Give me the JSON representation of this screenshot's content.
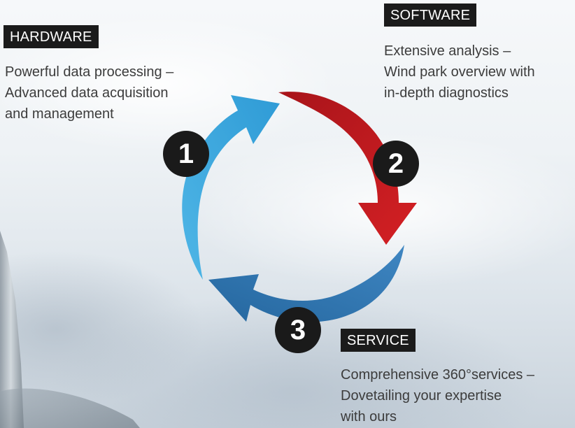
{
  "hardware": {
    "label": "HARDWARE",
    "lines": [
      "Powerful data processing –",
      "Advanced data acquisition",
      "and management"
    ]
  },
  "software": {
    "label": "SOFTWARE",
    "lines": [
      "Extensive analysis –",
      "Wind park overview with",
      "in-depth diagnostics"
    ]
  },
  "service": {
    "label": "SERVICE",
    "lines": [
      "Comprehensive 360°services –",
      "Dovetailing your expertise",
      "with ours"
    ]
  },
  "cycle": {
    "steps": [
      "1",
      "2",
      "3"
    ],
    "colors": {
      "step1": "#3ba7dd",
      "step2": "#c0181b",
      "step3": "#2e74b0",
      "badge": "#1a1a1a",
      "label_bg": "#1b1b1b"
    }
  }
}
